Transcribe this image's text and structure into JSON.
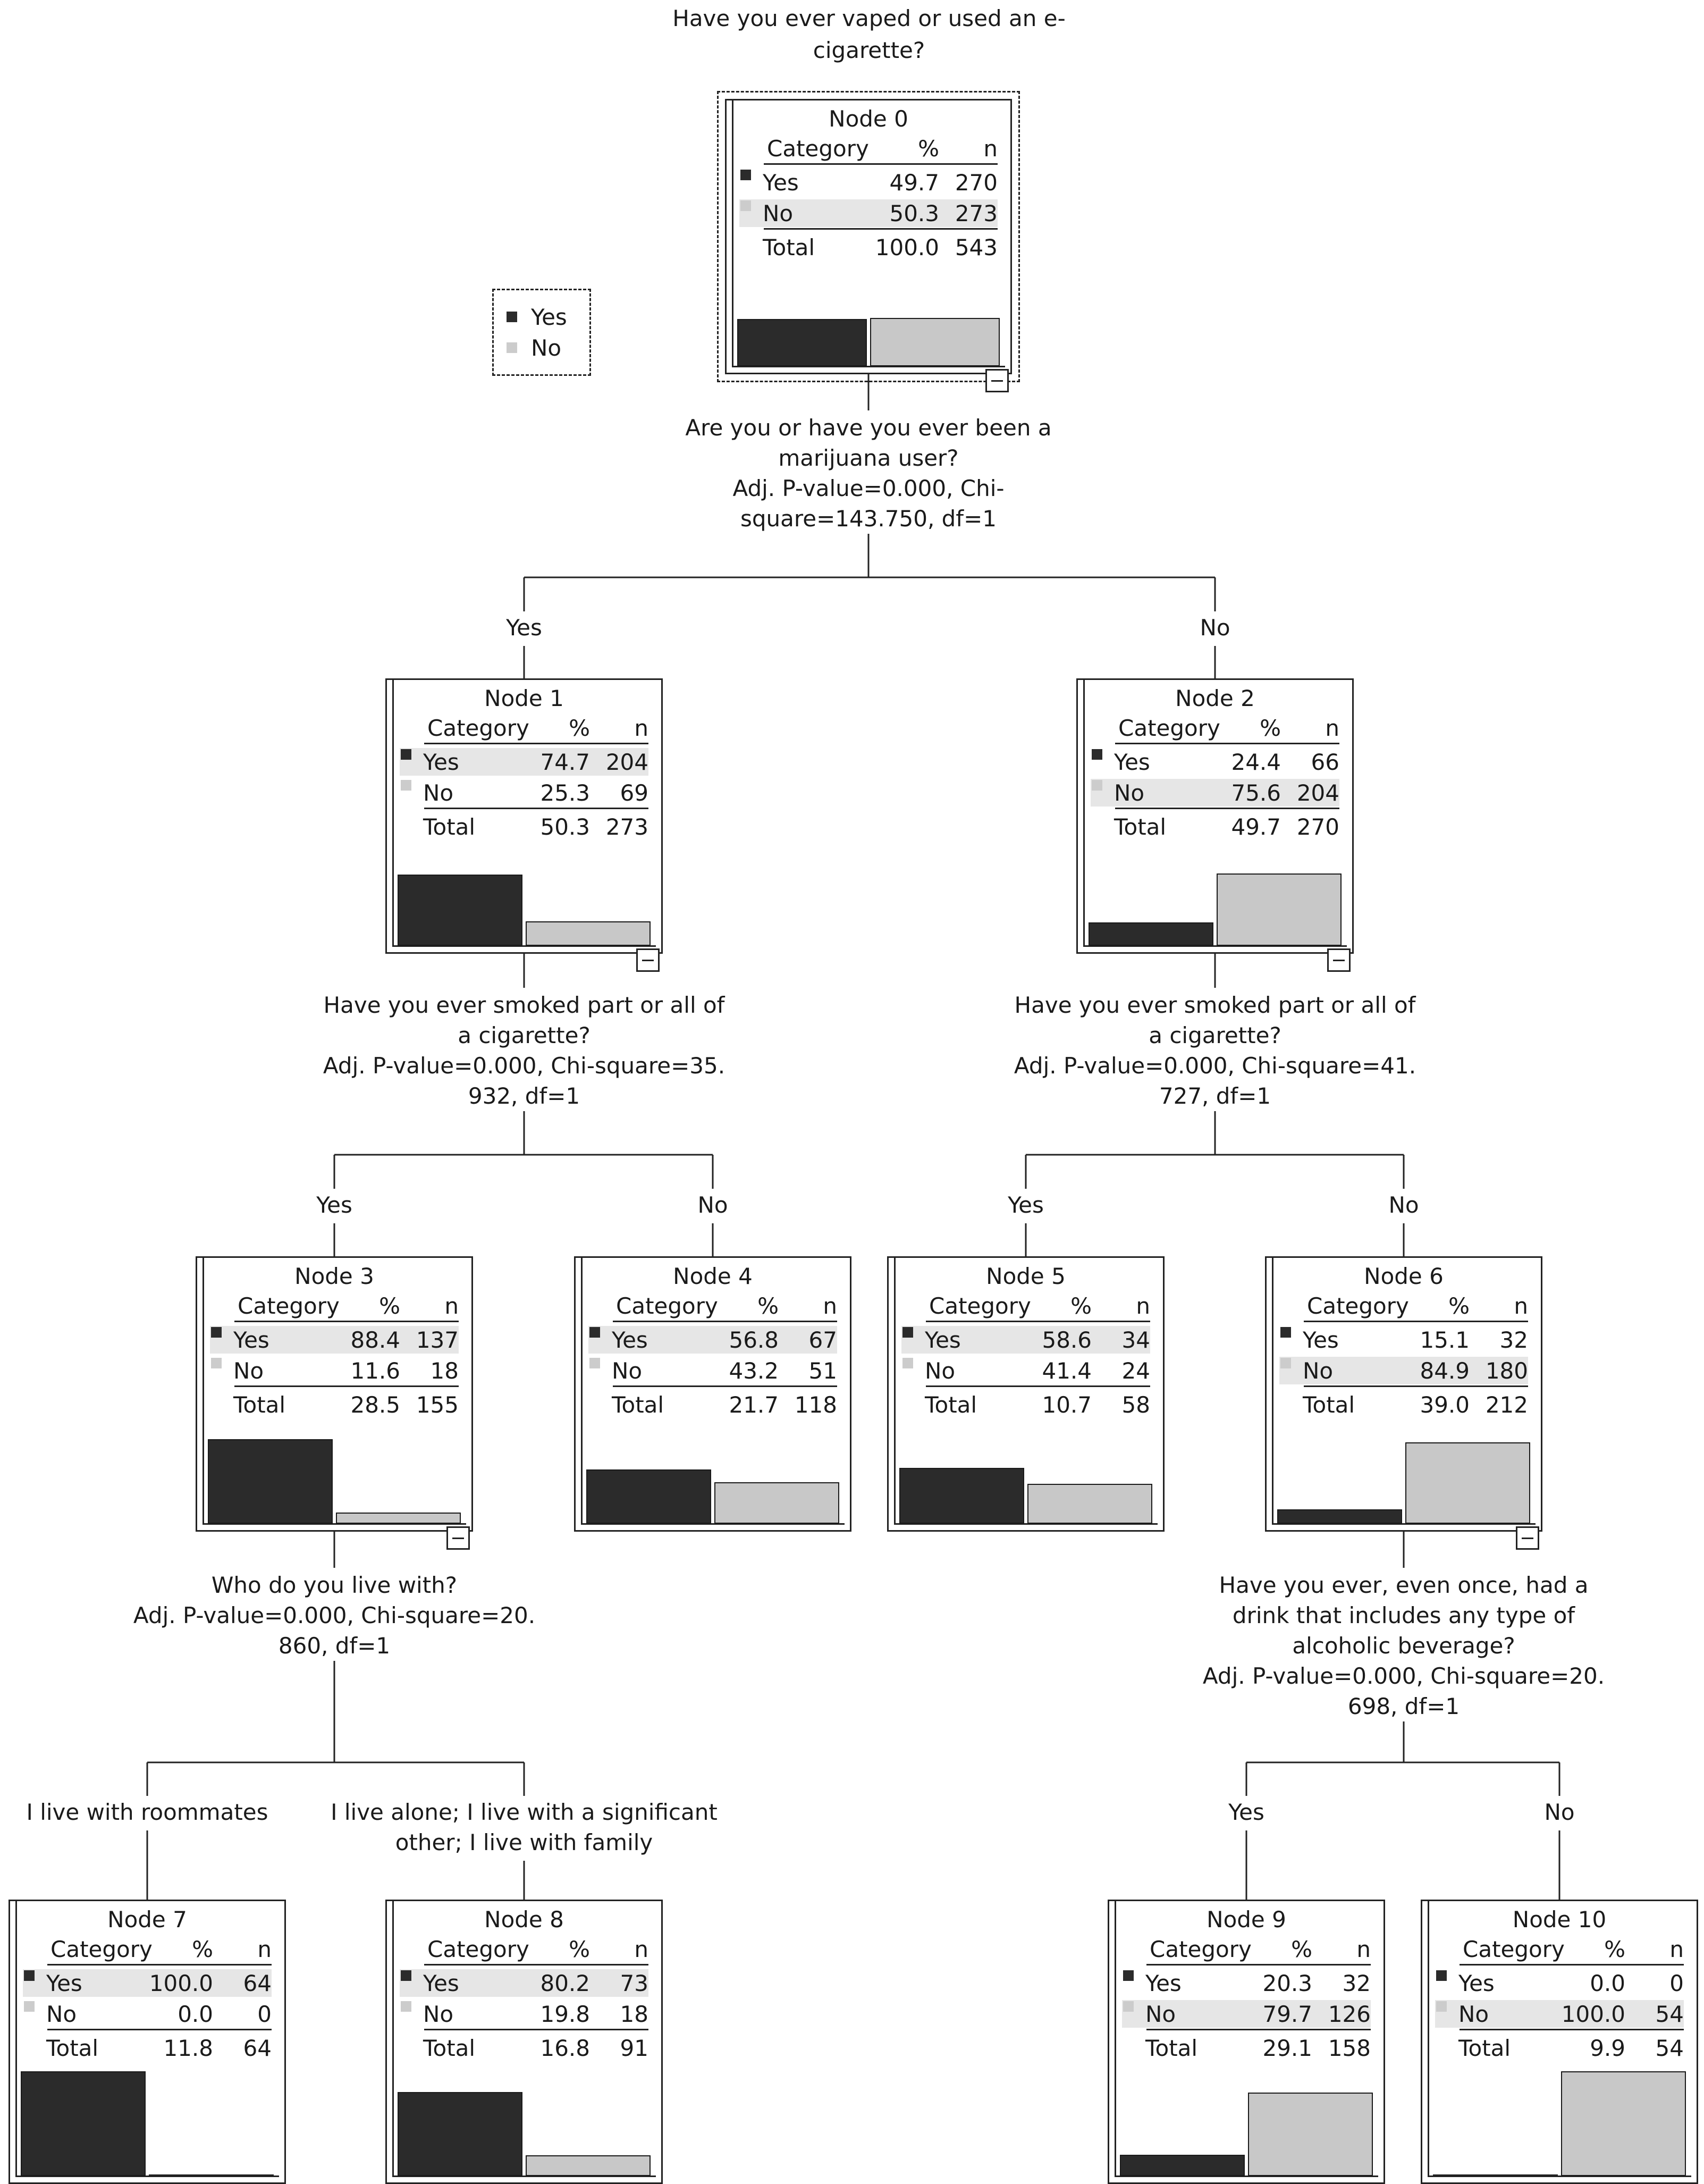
{
  "diagram": {
    "root_question": "Have you ever vaped or used an e-cigarette?",
    "legend": {
      "yes_label": "Yes",
      "no_label": "No",
      "yes_color": "#2b2b2b",
      "no_color": "#cccccc"
    },
    "table_headers": {
      "category": "Category",
      "percent": "%",
      "n": "n",
      "total": "Total"
    },
    "nodes": [
      {
        "id": 0,
        "title": "Node 0",
        "yes_pct": "49.7",
        "yes_n": "270",
        "no_pct": "50.3",
        "no_n": "273",
        "total_pct": "100.0",
        "total_n": "543",
        "yes_frac": 0.497,
        "no_frac": 0.503,
        "highlight": "no",
        "collapsible": true
      },
      {
        "id": 1,
        "title": "Node 1",
        "yes_pct": "74.7",
        "yes_n": "204",
        "no_pct": "25.3",
        "no_n": "69",
        "total_pct": "50.3",
        "total_n": "273",
        "yes_frac": 0.747,
        "no_frac": 0.253,
        "highlight": "yes",
        "collapsible": true
      },
      {
        "id": 2,
        "title": "Node 2",
        "yes_pct": "24.4",
        "yes_n": "66",
        "no_pct": "75.6",
        "no_n": "204",
        "total_pct": "49.7",
        "total_n": "270",
        "yes_frac": 0.244,
        "no_frac": 0.756,
        "highlight": "no",
        "collapsible": true
      },
      {
        "id": 3,
        "title": "Node 3",
        "yes_pct": "88.4",
        "yes_n": "137",
        "no_pct": "11.6",
        "no_n": "18",
        "total_pct": "28.5",
        "total_n": "155",
        "yes_frac": 0.884,
        "no_frac": 0.116,
        "highlight": "yes",
        "collapsible": true
      },
      {
        "id": 4,
        "title": "Node 4",
        "yes_pct": "56.8",
        "yes_n": "67",
        "no_pct": "43.2",
        "no_n": "51",
        "total_pct": "21.7",
        "total_n": "118",
        "yes_frac": 0.568,
        "no_frac": 0.432,
        "highlight": "yes",
        "collapsible": false
      },
      {
        "id": 5,
        "title": "Node 5",
        "yes_pct": "58.6",
        "yes_n": "34",
        "no_pct": "41.4",
        "no_n": "24",
        "total_pct": "10.7",
        "total_n": "58",
        "yes_frac": 0.586,
        "no_frac": 0.414,
        "highlight": "yes",
        "collapsible": false
      },
      {
        "id": 6,
        "title": "Node 6",
        "yes_pct": "15.1",
        "yes_n": "32",
        "no_pct": "84.9",
        "no_n": "180",
        "total_pct": "39.0",
        "total_n": "212",
        "yes_frac": 0.151,
        "no_frac": 0.849,
        "highlight": "no",
        "collapsible": true
      },
      {
        "id": 7,
        "title": "Node 7",
        "yes_pct": "100.0",
        "yes_n": "64",
        "no_pct": "0.0",
        "no_n": "0",
        "total_pct": "11.8",
        "total_n": "64",
        "yes_frac": 1.0,
        "no_frac": 0.0,
        "highlight": "yes",
        "collapsible": false
      },
      {
        "id": 8,
        "title": "Node 8",
        "yes_pct": "80.2",
        "yes_n": "73",
        "no_pct": "19.8",
        "no_n": "18",
        "total_pct": "16.8",
        "total_n": "91",
        "yes_frac": 0.802,
        "no_frac": 0.198,
        "highlight": "yes",
        "collapsible": false
      },
      {
        "id": 9,
        "title": "Node 9",
        "yes_pct": "20.3",
        "yes_n": "32",
        "no_pct": "79.7",
        "no_n": "126",
        "total_pct": "29.1",
        "total_n": "158",
        "yes_frac": 0.203,
        "no_frac": 0.797,
        "highlight": "no",
        "collapsible": false
      },
      {
        "id": 10,
        "title": "Node 10",
        "yes_pct": "0.0",
        "yes_n": "0",
        "no_pct": "100.0",
        "no_n": "54",
        "total_pct": "9.9",
        "total_n": "54",
        "yes_frac": 0.0,
        "no_frac": 1.0,
        "highlight": "no",
        "collapsible": false
      }
    ],
    "splits": [
      {
        "parent": 0,
        "lines": [
          "Are you or have you ever been a",
          "marijuana user?",
          "Adj. P-value=0.000, Chi-",
          "square=143.750, df=1"
        ]
      },
      {
        "parent": 1,
        "lines": [
          "Have you ever smoked part or all of",
          "a cigarette?",
          "Adj. P-value=0.000, Chi-square=35.",
          "932, df=1"
        ]
      },
      {
        "parent": 2,
        "lines": [
          "Have you ever smoked part or all of",
          "a cigarette?",
          "Adj. P-value=0.000, Chi-square=41.",
          "727, df=1"
        ]
      },
      {
        "parent": 3,
        "lines": [
          "Who do you live with?",
          "Adj. P-value=0.000, Chi-square=20.",
          "860, df=1"
        ]
      },
      {
        "parent": 6,
        "lines": [
          "Have you ever, even once, had a",
          "drink that includes any type of",
          "alcoholic beverage?",
          "Adj. P-value=0.000, Chi-square=20.",
          "698, df=1"
        ]
      }
    ],
    "edges": [
      {
        "child": 1,
        "label": [
          "Yes"
        ]
      },
      {
        "child": 2,
        "label": [
          "No"
        ]
      },
      {
        "child": 3,
        "label": [
          "Yes"
        ]
      },
      {
        "child": 4,
        "label": [
          "No"
        ]
      },
      {
        "child": 5,
        "label": [
          "Yes"
        ]
      },
      {
        "child": 6,
        "label": [
          "No"
        ]
      },
      {
        "child": 7,
        "label": [
          "I live with roommates"
        ]
      },
      {
        "child": 8,
        "label": [
          "I live alone; I live with a significant",
          "other; I live with family"
        ]
      },
      {
        "child": 9,
        "label": [
          "Yes"
        ]
      },
      {
        "child": 10,
        "label": [
          "No"
        ]
      }
    ]
  }
}
